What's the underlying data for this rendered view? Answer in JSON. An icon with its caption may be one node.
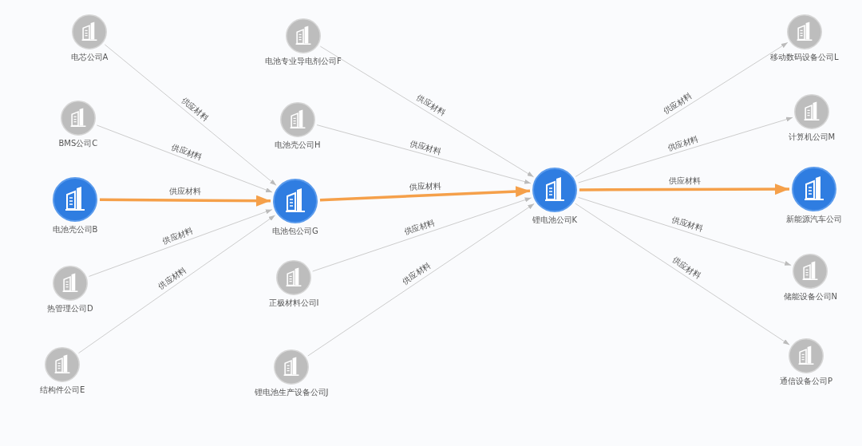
{
  "diagram": {
    "nodes": [
      {
        "text": [
          "电芯公司A"
        ]
      },
      {
        "text": [
          "BMS公司C"
        ]
      },
      {
        "text": [
          "电池壳公司B"
        ]
      },
      {
        "text": [
          "热管理公司D"
        ]
      },
      {
        "text": [
          "结构件公司E"
        ]
      },
      {
        "text": [
          "电池专业导电剂公司F"
        ]
      },
      {
        "text": [
          "电池壳公司H"
        ]
      },
      {
        "text": [
          "电池包公司G"
        ]
      },
      {
        "text": [
          "正极材料公司I"
        ]
      },
      {
        "text": [
          "锂电池生产设备公司J"
        ]
      },
      {
        "text": [
          "锂电池公司K"
        ]
      },
      {
        "text": [
          "移动数码设备公司L"
        ]
      },
      {
        "text": [
          "计算机公司M"
        ]
      },
      {
        "text": [
          "新能源汽车公司"
        ]
      },
      {
        "text": [
          "储能设备公司N"
        ]
      },
      {
        "text": [
          "通信设备公司P"
        ]
      }
    ],
    "edges": [
      {
        "from": 0,
        "to": 7,
        "arrow": "to",
        "label": "供应材料"
      },
      {
        "from": 1,
        "to": 7,
        "arrow": "to",
        "label": "供应材料"
      },
      {
        "from": 2,
        "to": 7,
        "arrow": "to",
        "label": "供应材料",
        "style": "thick",
        "color": "#f5a04a"
      },
      {
        "from": 3,
        "to": 7,
        "arrow": "to",
        "label": "供应材料"
      },
      {
        "from": 4,
        "to": 7,
        "arrow": "to",
        "label": "供应材料"
      },
      {
        "from": 5,
        "to": 10,
        "arrow": "to",
        "label": "供应材料"
      },
      {
        "from": 6,
        "to": 10,
        "arrow": "to",
        "label": "供应材料"
      },
      {
        "from": 7,
        "to": 10,
        "arrow": "to",
        "label": "供应材料",
        "style": "thick",
        "color": "#f5a04a"
      },
      {
        "from": 8,
        "to": 10,
        "arrow": "to",
        "label": "供应材料"
      },
      {
        "from": 9,
        "to": 10,
        "arrow": "to",
        "label": "供应材料"
      },
      {
        "from": 10,
        "to": 11,
        "arrow": "to",
        "label": "供应材料"
      },
      {
        "from": 10,
        "to": 12,
        "arrow": "to",
        "label": "供应材料"
      },
      {
        "from": 10,
        "to": 13,
        "arrow": "to",
        "label": "供应材料",
        "style": "thick",
        "color": "#f5a04a"
      },
      {
        "from": 10,
        "to": 14,
        "arrow": "to",
        "label": "供应材料"
      },
      {
        "from": 10,
        "to": 15,
        "arrow": "to",
        "label": "供应材料"
      }
    ]
  }
}
